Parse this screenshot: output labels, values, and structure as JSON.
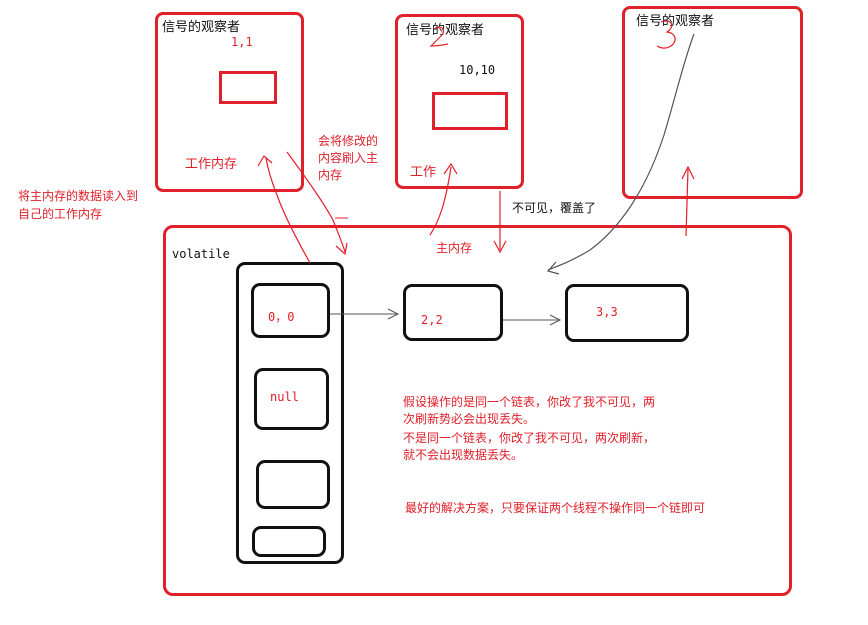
{
  "observers": [
    {
      "title": "信号的观察者",
      "value": "1,1",
      "work_label": "工作内存"
    },
    {
      "title": "信号的观察者",
      "value": "10,10",
      "work_label": "工作",
      "handwritten_index": "2"
    },
    {
      "title": "信号的观察者",
      "handwritten_index": "3"
    }
  ],
  "annotations": {
    "read_into": "将主内存的数据读入到\n自己的工作内存",
    "flush_back": "会将修改的\n内容刷入主\n内存",
    "main_memory": "主内存",
    "invisible": "不可见，覆盖了"
  },
  "main_memory": {
    "label": "volatile",
    "slots": [
      "0，0",
      "null",
      "",
      ""
    ],
    "chain_nodes": [
      "2,2",
      "3,3"
    ]
  },
  "notes": {
    "para1": "假设操作的是同一个链表，你改了我不可见，两次刷新势必会出现丢失。",
    "para2": "不是同一个链表，你改了我不可见，两次刷新，就不会出现数据丢失。",
    "best": "最好的解决方案，只要保证两个线程不操作同一个链即可"
  },
  "colors": {
    "red": "#e0202a",
    "black": "#111111",
    "gray": "#555555"
  }
}
